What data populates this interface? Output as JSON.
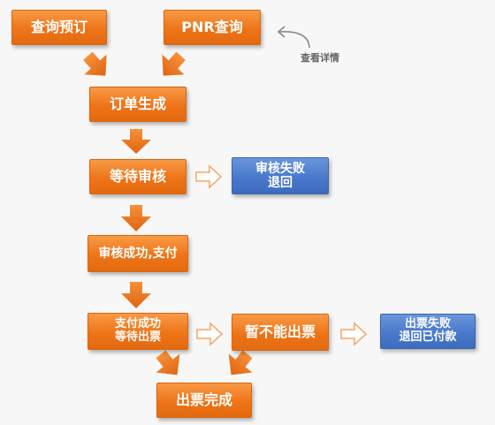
{
  "colors": {
    "orange": "#ee7418",
    "blue": "#4a79cb",
    "hollow_arrow_stroke": "#f5a561",
    "curved_arrow": "#888888",
    "background": "#f7f7f7"
  },
  "nodes": {
    "query_booking": "查询预订",
    "pnr_query": "PNR查询",
    "order_created": "订单生成",
    "wait_review": "等待审核",
    "review_failed": "审核失败\n退回",
    "review_ok_pay": "审核成功,支付",
    "paid_wait_ticket": "支付成功\n等待出票",
    "cannot_ticket": "暂不能出票",
    "ticket_failed": "出票失败\n退回已付款",
    "ticket_done": "出票完成"
  },
  "annotation": {
    "view_details": "查看详情"
  },
  "icons": {
    "flow_arrow": "down-arrow-icon",
    "hollow_arrow": "hollow-right-arrow-icon",
    "curved_arrow": "curved-arrow-icon"
  }
}
